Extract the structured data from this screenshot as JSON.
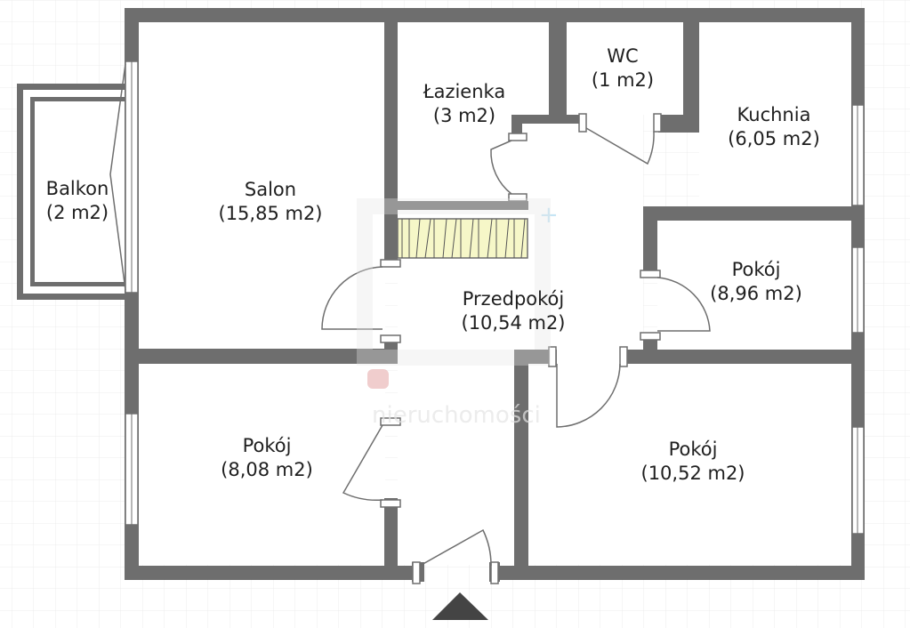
{
  "rooms": {
    "balkon": {
      "name": "Balkon",
      "area": "(2 m2)"
    },
    "salon": {
      "name": "Salon",
      "area": "(15,85 m2)"
    },
    "lazienka": {
      "name": "Łazienka",
      "area": "(3 m2)"
    },
    "wc": {
      "name": "WC",
      "area": "(1 m2)"
    },
    "kuchnia": {
      "name": "Kuchnia",
      "area": "(6,05 m2)"
    },
    "przedpokoj": {
      "name": "Przedpokój",
      "area": "(10,54 m2)"
    },
    "pokoj_ne": {
      "name": "Pokój",
      "area": "(8,96 m2)"
    },
    "pokoj_sw": {
      "name": "Pokój",
      "area": "(8,08 m2)"
    },
    "pokoj_se": {
      "name": "Pokój",
      "area": "(10,52 m2)"
    }
  },
  "watermark": {
    "text": "nieruchomości"
  },
  "colors": {
    "wall": "#6e6e6e",
    "grid": "#ececec",
    "stairs": "#f6f7c8",
    "entrance": "#444444",
    "logo_accent": "#e4a4a4"
  }
}
